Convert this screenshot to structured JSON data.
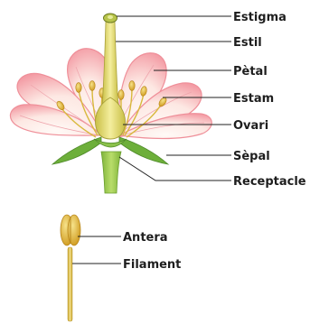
{
  "labels": {
    "stigma": "Estigma",
    "style": "Estil",
    "petal": "Pètal",
    "stamen": "Estam",
    "ovary": "Ovari",
    "sepal": "Sèpal",
    "receptacle": "Receptacle",
    "anther": "Antera",
    "filament": "Filament"
  },
  "colors": {
    "petal_light": "#fde8e3",
    "petal_edge": "#f0909a",
    "petal_vein": "#e87e88",
    "stem_green": "#9cc84a",
    "sepal_green": "#6daf3a",
    "dark_green": "#4f8a2a",
    "pistil_yellow": "#e8dd6a",
    "anther_yellow": "#e3b52a",
    "anther_dark": "#c4911c",
    "label_text": "#1e1e1e"
  }
}
